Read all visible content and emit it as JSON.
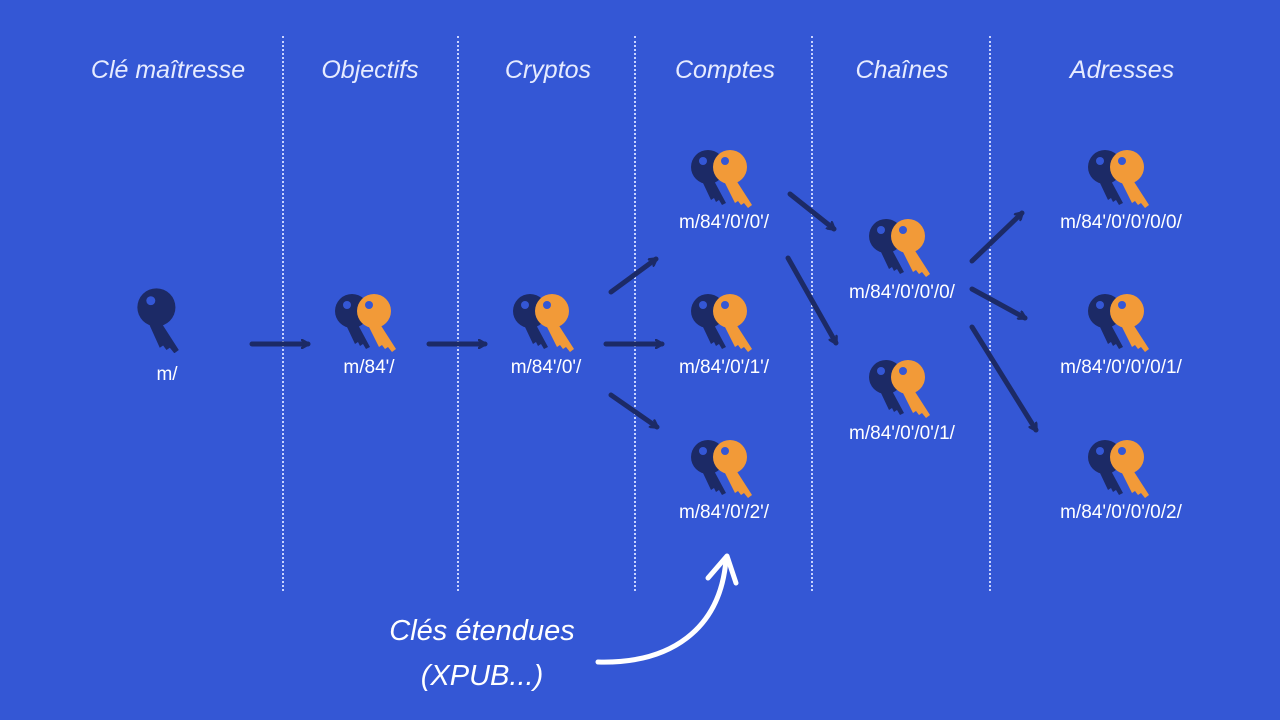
{
  "headers": [
    "Clé maîtresse",
    "Objectifs",
    "Cryptos",
    "Comptes",
    "Chaînes",
    "Adresses"
  ],
  "nodes": [
    {
      "id": "master",
      "label": "m/",
      "pair": false
    },
    {
      "id": "purpose",
      "label": "m/84'/",
      "pair": true
    },
    {
      "id": "coin",
      "label": "m/84'/0'/",
      "pair": true
    },
    {
      "id": "account0",
      "label": "m/84'/0'/0'/",
      "pair": true
    },
    {
      "id": "account1",
      "label": "m/84'/0'/1'/",
      "pair": true
    },
    {
      "id": "account2",
      "label": "m/84'/0'/2'/",
      "pair": true
    },
    {
      "id": "chain0",
      "label": "m/84'/0'/0'/0/",
      "pair": true
    },
    {
      "id": "chain1",
      "label": "m/84'/0'/0'/1/",
      "pair": true
    },
    {
      "id": "address0",
      "label": "m/84'/0'/0'/0/0/",
      "pair": true
    },
    {
      "id": "address1",
      "label": "m/84'/0'/0'/0/1/",
      "pair": true
    },
    {
      "id": "address2",
      "label": "m/84'/0'/0'/0/2/",
      "pair": true
    }
  ],
  "edges": [
    [
      "master",
      "purpose"
    ],
    [
      "purpose",
      "coin"
    ],
    [
      "coin",
      "account0"
    ],
    [
      "coin",
      "account1"
    ],
    [
      "coin",
      "account2"
    ],
    [
      "account0",
      "chain0"
    ],
    [
      "account0",
      "chain1"
    ],
    [
      "chain0",
      "address0"
    ],
    [
      "chain0",
      "address1"
    ],
    [
      "chain0",
      "address2"
    ]
  ],
  "note": {
    "line1": "Clés étendues",
    "line2": "(XPUB...)"
  },
  "colors": {
    "background": "#3457D5",
    "dark_key": "#1C2A66",
    "orange_key": "#F29A38",
    "arrow": "#1C2A66",
    "text": "#FFFFFF"
  }
}
